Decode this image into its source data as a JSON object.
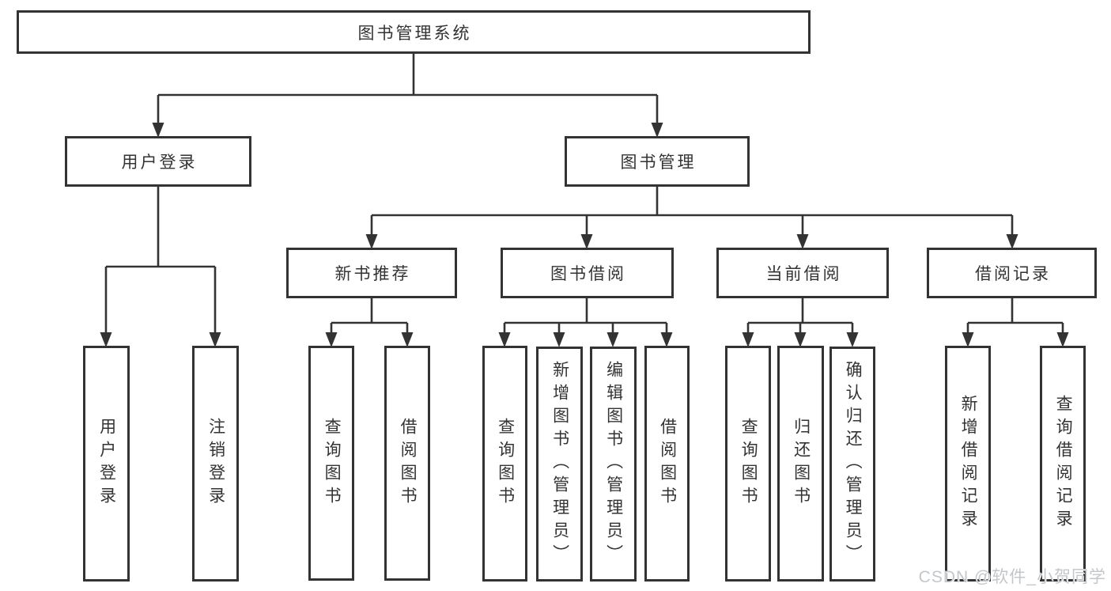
{
  "tree": {
    "label": "图书管理系统",
    "children": [
      {
        "label": "用户登录",
        "children": [
          {
            "label": "用户登录"
          },
          {
            "label": "注销登录"
          }
        ]
      },
      {
        "label": "图书管理",
        "children": [
          {
            "label": "新书推荐",
            "children": [
              {
                "label": "查询图书"
              },
              {
                "label": "借阅图书"
              }
            ]
          },
          {
            "label": "图书借阅",
            "children": [
              {
                "label": "查询图书"
              },
              {
                "label": "新增图书（管理员）"
              },
              {
                "label": "编辑图书（管理员）"
              },
              {
                "label": "借阅图书"
              }
            ]
          },
          {
            "label": "当前借阅",
            "children": [
              {
                "label": "查询图书"
              },
              {
                "label": "归还图书"
              },
              {
                "label": "确认归还（管理员）"
              }
            ]
          },
          {
            "label": "借阅记录",
            "children": [
              {
                "label": "新增借阅记录"
              },
              {
                "label": "查询借阅记录"
              }
            ]
          }
        ]
      }
    ]
  },
  "watermark": "CSDN @软件_小贺同学",
  "colors": {
    "line": "#333333",
    "text": "#333333",
    "box_border": "#333333",
    "box_background": "#ffffff",
    "page_background": "#ffffff",
    "watermark": "#c3c7ca"
  }
}
